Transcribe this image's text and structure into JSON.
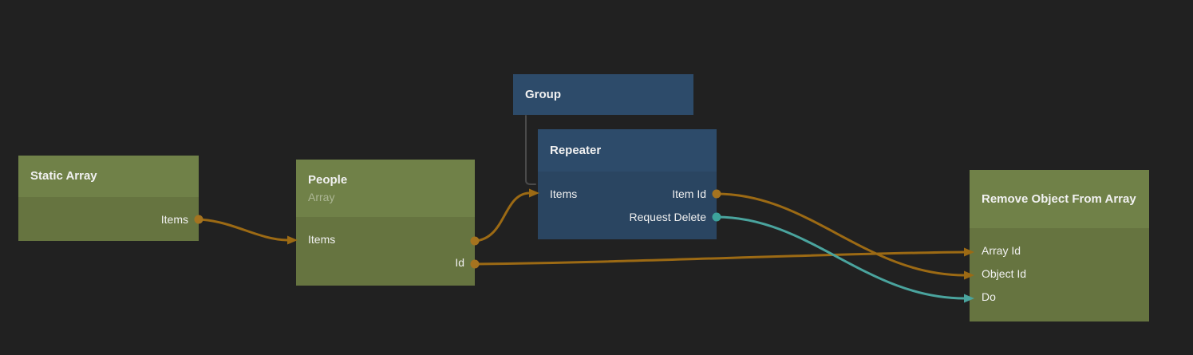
{
  "colors": {
    "canvas_bg": "#212121",
    "node_green_header": "#708148",
    "node_green_body": "#667440",
    "node_blue_header": "#2d4b6a",
    "node_blue_body": "#2a4561",
    "wire_orange": "#9c6a14",
    "wire_teal": "#4aa49e",
    "dot_orange": "#a5731f",
    "dot_teal": "#3da39b",
    "child_link": "#4b4b4b"
  },
  "nodes": [
    {
      "title": "Static Array",
      "color": "green",
      "rows": [
        {
          "right": "Items"
        }
      ]
    },
    {
      "title": "People",
      "subtitle": "Array",
      "color": "green",
      "rows": [
        {
          "left": "Items"
        },
        {
          "right": "Id"
        }
      ]
    },
    {
      "title": "Group",
      "color": "blue",
      "rows": []
    },
    {
      "title": "Repeater",
      "color": "blue",
      "rows": [
        {
          "left": "Items",
          "right": "Item Id"
        },
        {
          "right": "Request Delete"
        }
      ]
    },
    {
      "title": "Remove Object From Array",
      "color": "green",
      "rows": [
        {
          "left": "Array Id"
        },
        {
          "left": "Object Id"
        },
        {
          "left": "Do"
        }
      ]
    }
  ],
  "connections": [
    {
      "from": "Static Array.Items",
      "to": "People.Items",
      "color": "orange"
    },
    {
      "from": "People.Items",
      "to": "Repeater.Items",
      "color": "orange"
    },
    {
      "from": "People.Id",
      "to": "Remove Object From Array.Array Id",
      "color": "orange"
    },
    {
      "from": "Repeater.Item Id",
      "to": "Remove Object From Array.Object Id",
      "color": "orange"
    },
    {
      "from": "Repeater.Request Delete",
      "to": "Remove Object From Array.Do",
      "color": "teal"
    },
    {
      "from": "Group",
      "to": "Repeater",
      "color": "gray",
      "kind": "child-link"
    }
  ]
}
